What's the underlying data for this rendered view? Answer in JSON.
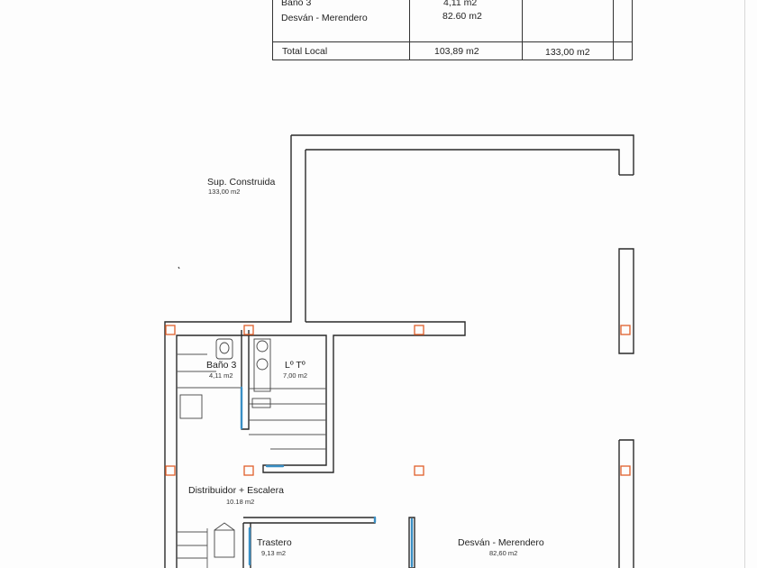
{
  "table": {
    "rows": [
      {
        "name": "Baño 3",
        "value": "4,11 m2"
      },
      {
        "name": "Desván - Merendero",
        "value": "82.60 m2"
      }
    ],
    "total": {
      "name": "Total Local",
      "useful": "103,89 m2",
      "built": "133,00 m2"
    }
  },
  "plan": {
    "sup_construida": {
      "label": "Sup. Construida",
      "area": "133,00 m2"
    },
    "rooms": {
      "bano3": {
        "label": "Baño 3",
        "area": "4,11 m2"
      },
      "lt": {
        "label": "Lº Tº",
        "area": "7,00 m2"
      },
      "distribuidor": {
        "label": "Distribuidor + Escalera",
        "area": "10.18 m2"
      },
      "trastero": {
        "label": "Trastero",
        "area": "9,13 m2"
      },
      "desvan": {
        "label": "Desván - Merendero",
        "area": "82,60 m2"
      }
    }
  },
  "colors": {
    "column_marker": "#e0602a",
    "window": "#3a8fc4",
    "wall": "#2a2a2a"
  }
}
